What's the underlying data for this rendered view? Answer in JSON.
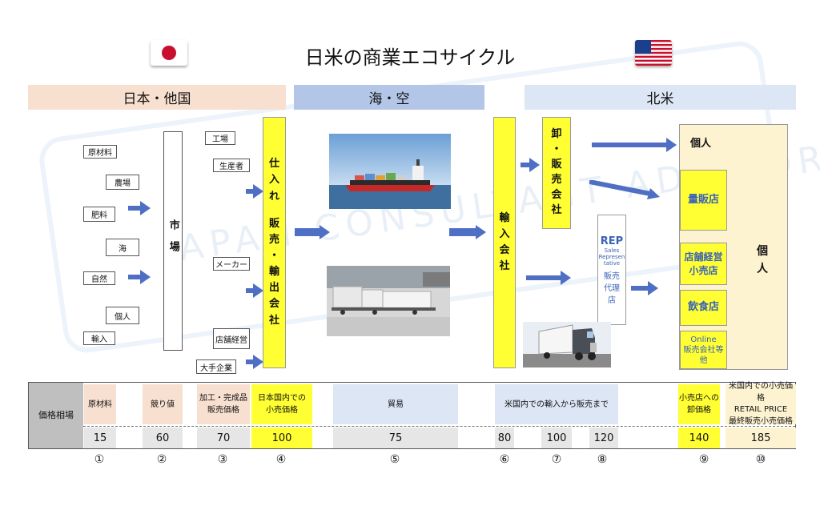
{
  "title": "日米の商業エコサイクル",
  "regions": {
    "japan": "日本・他国",
    "sea_air": "海・空",
    "na": "北米"
  },
  "left_sources": [
    "原材料",
    "農場",
    "肥料",
    "海",
    "自然",
    "個人",
    "輸入"
  ],
  "market": "市場",
  "producers": [
    "工場",
    "生産者",
    "メーカー",
    "店舗経営",
    "大手企業"
  ],
  "jp_seller": [
    "仕",
    "入",
    "れ",
    "",
    "販",
    "売",
    "・",
    "輸",
    "出",
    "会",
    "社"
  ],
  "importer": [
    "輸",
    "入",
    "会",
    "社"
  ],
  "wholesaler": [
    "卸",
    "・",
    "販",
    "売",
    "会",
    "社"
  ],
  "rep": {
    "title": "REP",
    "sub": [
      "Sales",
      "Represen",
      "tative"
    ],
    "jp": [
      "販売",
      "代理",
      "店"
    ]
  },
  "outlets": {
    "individual_top": "個人",
    "mass_retail": "量販店",
    "store_retail": [
      "店舗経営",
      "小売店"
    ],
    "restaurant": "飲食店",
    "online": [
      "Online",
      "販売会社等",
      "他"
    ],
    "individual_right": [
      "個",
      "人"
    ]
  },
  "price_table": {
    "header": "価格相場",
    "labels": [
      {
        "id": "raw",
        "text": [
          "原材料"
        ]
      },
      {
        "id": "auction",
        "text": [
          "競り値"
        ]
      },
      {
        "id": "processed",
        "text": [
          "加工・完成品",
          "販売価格"
        ]
      },
      {
        "id": "jp_retail",
        "text": [
          "日本国内での",
          "小売価格"
        ]
      },
      {
        "id": "trade",
        "text": [
          "貿易"
        ]
      },
      {
        "id": "us_dist",
        "text": [
          "米国内での輸入から販売まで"
        ]
      },
      {
        "id": "wholesale",
        "text": [
          "小売店への",
          "卸価格"
        ]
      },
      {
        "id": "us_retail",
        "text": [
          "米国内での小売価格",
          "RETAIL PRICE",
          "最終販売小売価格"
        ]
      }
    ],
    "values": [
      "15",
      "60",
      "70",
      "100",
      "75",
      "80",
      "100",
      "120",
      "140",
      "185"
    ],
    "markers": [
      "①",
      "②",
      "③",
      "④",
      "⑤",
      "⑥",
      "⑦",
      "⑧",
      "⑨",
      "⑩"
    ]
  }
}
